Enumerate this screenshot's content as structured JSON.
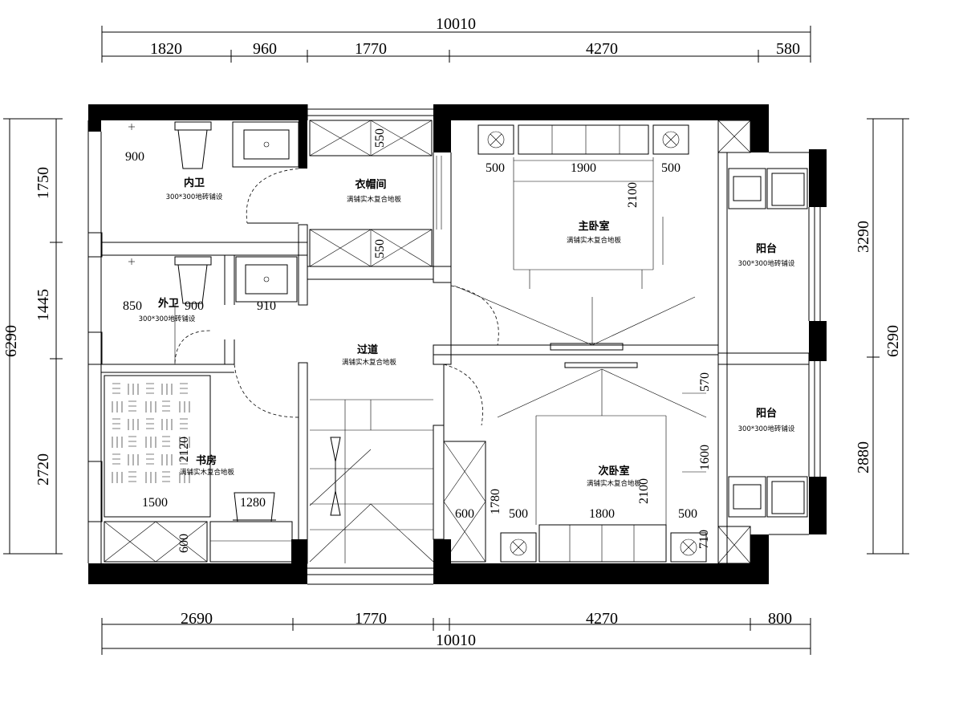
{
  "dimensions": {
    "top_total": "10010",
    "top_segments": [
      "1820",
      "960",
      "1770",
      "4270",
      "580"
    ],
    "bottom_total": "10010",
    "bottom_segments": [
      "2690",
      "1770",
      "4270",
      "800"
    ],
    "left_total": "6290",
    "left_segments": [
      "1750",
      "1445",
      "2720"
    ],
    "right_total": "6290",
    "right_segments": [
      "3290",
      "2880"
    ]
  },
  "rooms": {
    "inner_bath": {
      "name": "内卫",
      "floor": "300*300地砖铺设"
    },
    "outer_bath": {
      "name": "外卫",
      "floor": "300*300地砖铺设"
    },
    "cloakroom": {
      "name": "衣帽间",
      "floor": "满铺实木复合地板"
    },
    "master_bedroom": {
      "name": "主卧室",
      "floor": "满铺实木复合地板"
    },
    "balcony_upper": {
      "name": "阳台",
      "floor": "300*300地砖铺设"
    },
    "balcony_lower": {
      "name": "阳台",
      "floor": "300*300地砖铺设"
    },
    "corridor": {
      "name": "过道",
      "floor": "满铺实木复合地板"
    },
    "study": {
      "name": "书房",
      "floor": "满铺实木复合地板"
    },
    "second_bedroom": {
      "name": "次卧室",
      "floor": "满铺实木复合地板"
    }
  },
  "inner_dims": {
    "inner_bath_900": "900",
    "outer_bath_850": "850",
    "outer_bath_900": "900",
    "outer_bath_910": "910",
    "cloak_550_top": "550",
    "cloak_550_bottom": "550",
    "master_500_left": "500",
    "master_1900": "1900",
    "master_500_right": "500",
    "master_2100": "2100",
    "study_2120": "2120",
    "study_1500": "1500",
    "study_1280": "1280",
    "study_600": "600",
    "second_570": "570",
    "second_1600": "1600",
    "second_1780": "1780",
    "second_600": "600",
    "second_500_left": "500",
    "second_1800": "1800",
    "second_2100": "2100",
    "second_500_right": "500",
    "second_710": "710"
  }
}
